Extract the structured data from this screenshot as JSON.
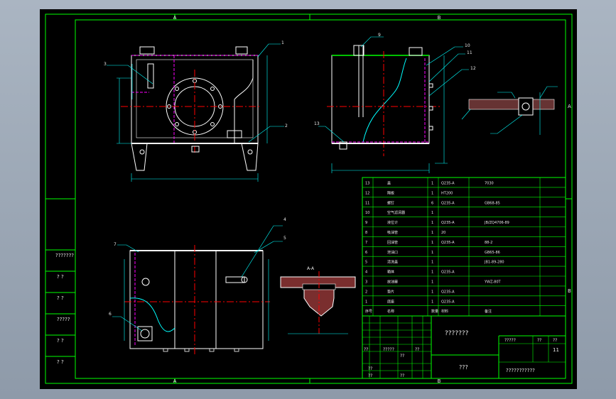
{
  "sheet": {
    "zone_top_left": "A",
    "zone_top_right": "B",
    "zone_bottom_left": "A",
    "zone_bottom_right": "B",
    "zone_side_upper": "A",
    "zone_side_lower": "B",
    "section_label": "A-A"
  },
  "colors": {
    "background": "#000000",
    "frame": "#00ff00",
    "outline": "#ffffff",
    "centerline": "#ff0000",
    "hidden": "#ff00ff",
    "leader": "#00ffff",
    "dimension": "#00ffff"
  },
  "callouts": {
    "front_view": [
      "1",
      "2",
      "3"
    ],
    "side_view": [
      "9",
      "10",
      "11",
      "12",
      "13"
    ],
    "top_view": [
      "4",
      "5",
      "6",
      "7"
    ]
  },
  "left_revision_table": {
    "cells": [
      "???????",
      "? ?",
      "? ?",
      "?????",
      "? ?",
      "? ?"
    ]
  },
  "parts_list": {
    "rows": [
      {
        "no": "13",
        "name": "盖",
        "qty": "1",
        "material": "Q235-A",
        "remark": "7030"
      },
      {
        "no": "12",
        "name": "隔板",
        "qty": "1",
        "material": "HT200",
        "remark": ""
      },
      {
        "no": "11",
        "name": "螺钉",
        "qty": "6",
        "material": "Q235-A",
        "remark": "GB68-85"
      },
      {
        "no": "10",
        "name": "空气滤清器",
        "qty": "1",
        "material": "",
        "remark": ""
      },
      {
        "no": "9",
        "name": "液位计",
        "qty": "1",
        "material": "Q235-A",
        "remark": "JB/ZQ4706-89"
      },
      {
        "no": "8",
        "name": "吸油管",
        "qty": "1",
        "material": "20",
        "remark": ""
      },
      {
        "no": "7",
        "name": "回油管",
        "qty": "1",
        "material": "Q235-A",
        "remark": "88-2"
      },
      {
        "no": "6",
        "name": "泄油口",
        "qty": "1",
        "material": "",
        "remark": "GB65-86"
      },
      {
        "no": "5",
        "name": "清洗盖",
        "qty": "1",
        "material": "",
        "remark": "JB1-89-280"
      },
      {
        "no": "4",
        "name": "箱体",
        "qty": "1",
        "material": "Q235-A",
        "remark": ""
      },
      {
        "no": "3",
        "name": "放油塞",
        "qty": "1",
        "material": "",
        "remark": "YWZ-80T"
      },
      {
        "no": "2",
        "name": "垫片",
        "qty": "1",
        "material": "Q235-A",
        "remark": ""
      },
      {
        "no": "1",
        "name": "底座",
        "qty": "1",
        "material": "Q235-A",
        "remark": ""
      }
    ],
    "header": {
      "no": "序号",
      "name": "名称",
      "qty": "数量",
      "material": "材料",
      "remark": "备注"
    }
  },
  "title_block": {
    "drawing_name": "???????",
    "company": "???",
    "scale_label": "?????",
    "sheet_a": "??",
    "sheet_b": "??",
    "sheet_no": "11",
    "doc_number": "???????????",
    "cell_1": "??",
    "cell_2": "?????",
    "cell_3": "??",
    "cell_4": "??",
    "cell_5": "??",
    "cell_6": "??",
    "cell_7": "??"
  }
}
